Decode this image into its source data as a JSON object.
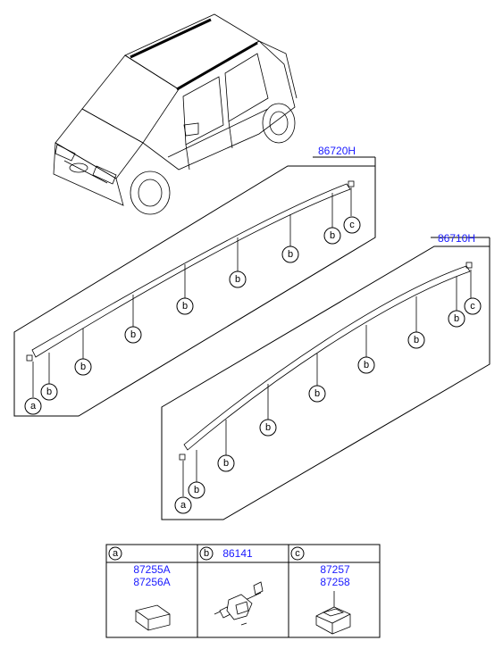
{
  "assemblies": [
    {
      "part_no": "86720H"
    },
    {
      "part_no": "86710H"
    }
  ],
  "legend": [
    {
      "letter": "a",
      "part_nos": [
        "87255A",
        "87256A"
      ]
    },
    {
      "letter": "b",
      "part_nos": [
        "86141"
      ]
    },
    {
      "letter": "c",
      "part_nos": [
        "87257",
        "87258"
      ]
    }
  ],
  "callouts": {
    "a": "a",
    "b": "b",
    "c": "c"
  }
}
